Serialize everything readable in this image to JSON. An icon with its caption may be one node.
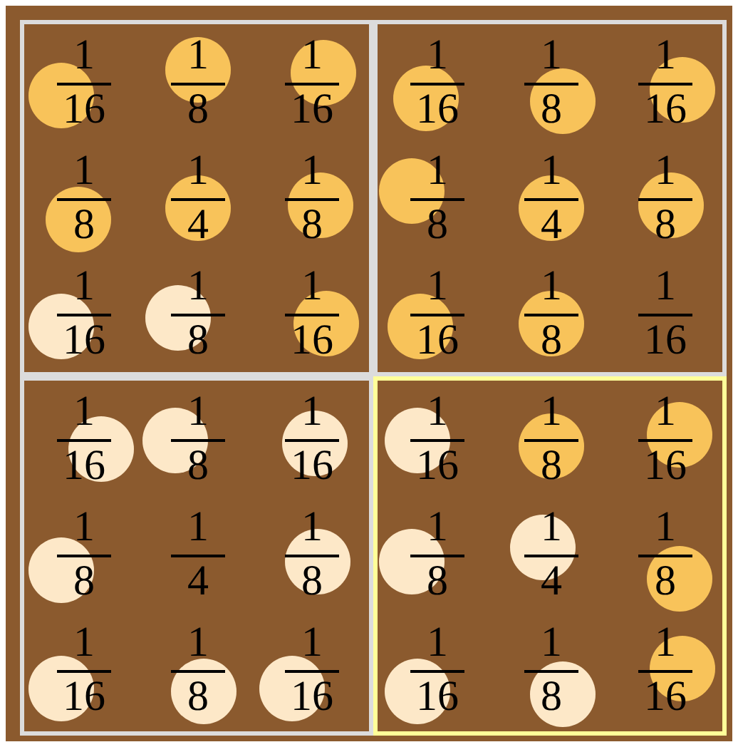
{
  "diagram": {
    "nodes": [
      {
        "text": [],
        "shape": "box"
      },
      {
        "text": [
          "1",
          "16"
        ],
        "in": 0
      },
      {
        "text": [
          "1",
          "8"
        ],
        "in": 0
      },
      {
        "text": [
          "1",
          "16"
        ],
        "in": 0
      },
      {
        "text": [
          "1",
          "8"
        ],
        "in": 0
      },
      {
        "text": [
          "1",
          "4"
        ],
        "in": 0
      },
      {
        "text": [
          "1",
          "8"
        ],
        "in": 0
      },
      {
        "text": [
          "1",
          "16"
        ],
        "in": 0
      },
      {
        "text": [
          "1",
          "8"
        ],
        "in": 0
      },
      {
        "text": [
          "1",
          "16"
        ],
        "in": 0
      },
      {
        "text": [],
        "shape": "box"
      },
      {
        "text": [
          "1",
          "16"
        ],
        "in": 10
      },
      {
        "text": [
          "1",
          "8"
        ],
        "in": 10
      },
      {
        "text": [
          "1",
          "16"
        ],
        "in": 10
      },
      {
        "text": [
          "1",
          "8"
        ],
        "in": 10
      },
      {
        "text": [
          "1",
          "4"
        ],
        "in": 10
      },
      {
        "text": [
          "1",
          "8"
        ],
        "in": 10
      },
      {
        "text": [
          "1",
          "16"
        ],
        "in": 10
      },
      {
        "text": [
          "1",
          "8"
        ],
        "in": 10
      },
      {
        "text": [
          "1",
          "16"
        ],
        "in": 10
      },
      {
        "text": [],
        "shape": "box"
      },
      {
        "text": [
          "1",
          "16"
        ],
        "in": 20
      },
      {
        "text": [
          "1",
          "8"
        ],
        "in": 20
      },
      {
        "text": [
          "1",
          "16"
        ],
        "in": 20
      },
      {
        "text": [
          "1",
          "8"
        ],
        "in": 20
      },
      {
        "text": [
          "1",
          "4"
        ],
        "in": 20
      },
      {
        "text": [
          "1",
          "8"
        ],
        "in": 20
      },
      {
        "text": [
          "1",
          "16"
        ],
        "in": 20
      },
      {
        "text": [
          "1",
          "8"
        ],
        "in": 20
      },
      {
        "text": [
          "1",
          "16"
        ],
        "in": 20
      },
      {
        "text": [],
        "shape": "box"
      },
      {
        "text": [
          "1",
          "16"
        ],
        "in": 30
      },
      {
        "text": [
          "1",
          "8"
        ],
        "in": 30
      },
      {
        "text": [
          "1",
          "16"
        ],
        "in": 30
      },
      {
        "text": [
          "1",
          "8"
        ],
        "in": 30
      },
      {
        "text": [
          "1",
          "4"
        ],
        "in": 30
      },
      {
        "text": [
          "1",
          "8"
        ],
        "in": 30
      },
      {
        "text": [
          "1",
          "16"
        ],
        "in": 30
      },
      {
        "text": [
          "1",
          "8"
        ],
        "in": 30
      },
      {
        "text": [
          "1",
          "16"
        ],
        "in": 30
      }
    ]
  }
}
